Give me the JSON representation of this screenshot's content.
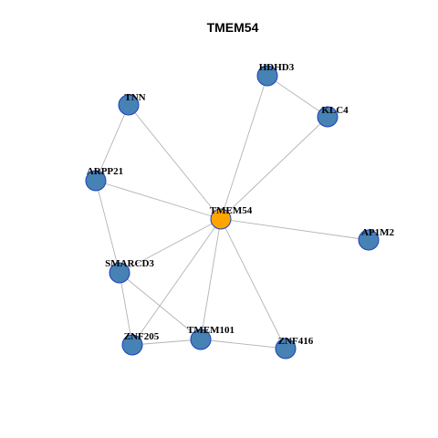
{
  "title": "TMEM54",
  "colors": {
    "center_node": "#ffa500",
    "peripheral_node": "#4682b4",
    "node_border": "#1f3fbf",
    "edge": "#b3b3b3"
  },
  "nodes": [
    {
      "id": "TMEM54",
      "label": "TMEM54",
      "center": true
    },
    {
      "id": "HDHD3",
      "label": "HDHD3",
      "center": false
    },
    {
      "id": "KLC4",
      "label": "KLC4",
      "center": false
    },
    {
      "id": "TNN",
      "label": "TNN",
      "center": false
    },
    {
      "id": "ARPP21",
      "label": "ARPP21",
      "center": false
    },
    {
      "id": "AP1M2",
      "label": "AP1M2",
      "center": false
    },
    {
      "id": "SMARCD3",
      "label": "SMARCD3",
      "center": false
    },
    {
      "id": "TMEM101",
      "label": "TMEM101",
      "center": false
    },
    {
      "id": "ZNF205",
      "label": "ZNF205",
      "center": false
    },
    {
      "id": "ZNF416",
      "label": "ZNF416",
      "center": false
    }
  ],
  "edges": [
    [
      "TMEM54",
      "HDHD3"
    ],
    [
      "TMEM54",
      "KLC4"
    ],
    [
      "TMEM54",
      "TNN"
    ],
    [
      "TMEM54",
      "ARPP21"
    ],
    [
      "TMEM54",
      "AP1M2"
    ],
    [
      "TMEM54",
      "SMARCD3"
    ],
    [
      "TMEM54",
      "TMEM101"
    ],
    [
      "TMEM54",
      "ZNF205"
    ],
    [
      "TMEM54",
      "ZNF416"
    ],
    [
      "HDHD3",
      "KLC4"
    ],
    [
      "TNN",
      "ARPP21"
    ],
    [
      "ARPP21",
      "SMARCD3"
    ],
    [
      "SMARCD3",
      "ZNF205"
    ],
    [
      "SMARCD3",
      "TMEM101"
    ],
    [
      "ZNF205",
      "TMEM101"
    ],
    [
      "TMEM101",
      "ZNF416"
    ]
  ]
}
